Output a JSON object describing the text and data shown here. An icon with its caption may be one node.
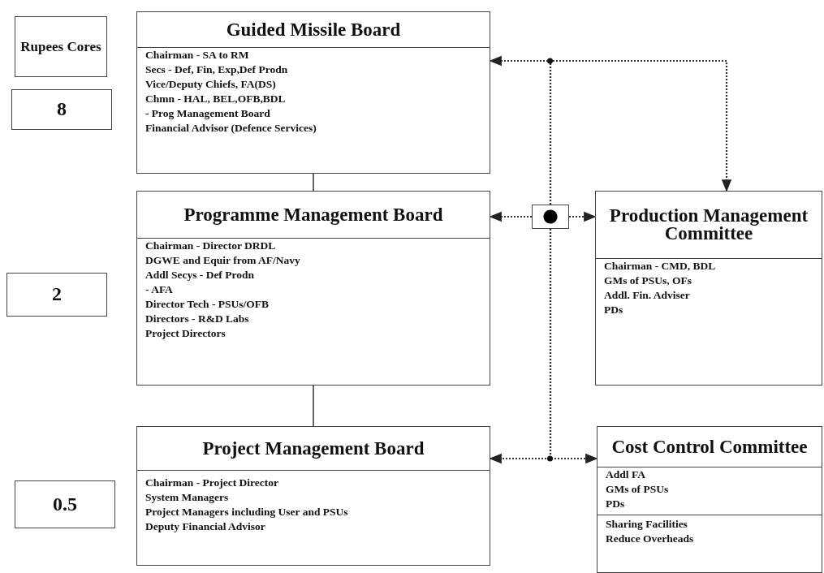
{
  "diagram": {
    "nodes": [
      {
        "text": [
          "Rupees Cores"
        ]
      },
      {
        "text": [
          "8"
        ]
      },
      {
        "text": [
          "Guided Missile Board",
          "Chairman - SA to RM",
          "Secs - Def, Fin, Exp,Def Prodn",
          "Vice/Deputy Chiefs, FA(DS)",
          "Chmn - HAL, BEL,OFB,BDL",
          "- Prog Management Board",
          "Financial Advisor (Defence Services)"
        ]
      },
      {
        "text": [
          "2"
        ]
      },
      {
        "text": [
          "Programme Management Board",
          "Chairman - Director DRDL",
          "DGWE and Equir from AF/Navy",
          "Addl Secys - Def Prodn",
          "- AFA",
          "Director Tech - PSUs/OFB",
          "Directors - R&D Labs",
          "Project Directors"
        ]
      },
      {
        "text": [
          "Production Management Committee",
          "Chairman - CMD, BDL",
          "GMs of PSUs, OFs",
          "Addl. Fin. Adviser",
          "PDs"
        ]
      },
      {
        "text": [
          "0.5"
        ]
      },
      {
        "text": [
          "Project Management Board",
          "Chairman - Project Director",
          "System Managers",
          "Project Managers including User and PSUs",
          "Deputy Financial Advisor"
        ]
      },
      {
        "text": [
          "Cost Control Committee",
          "Addl FA",
          "GMs of PSUs",
          "PDs",
          "Sharing Facilities",
          "Reduce Overheads"
        ]
      },
      {
        "text": [],
        "shape": "box"
      }
    ],
    "edges": [
      {
        "from": 2,
        "to": 4,
        "arrow": "none"
      },
      {
        "from": 4,
        "to": 7,
        "arrow": "none"
      },
      {
        "from": 9,
        "to": 2,
        "arrow": "to",
        "style": "dashed"
      },
      {
        "from": 9,
        "to": 5,
        "arrow": "to",
        "style": "dashed"
      },
      {
        "from": 9,
        "to": 4,
        "arrow": "to",
        "style": "dashed"
      },
      {
        "from": 9,
        "to": 5,
        "arrow": "to",
        "style": "dashed"
      },
      {
        "from": 9,
        "to": 7,
        "arrow": "to",
        "style": "dashed"
      },
      {
        "from": 9,
        "to": 8,
        "arrow": "to",
        "style": "dashed"
      }
    ]
  }
}
